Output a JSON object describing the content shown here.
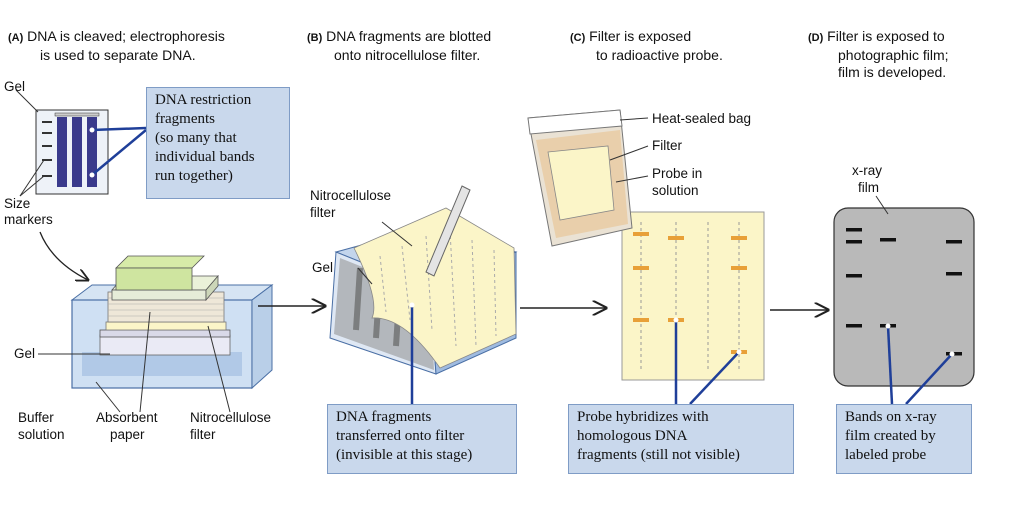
{
  "steps": [
    {
      "letter": "(A)",
      "line1": "DNA is cleaved; electrophoresis",
      "line2": "is used to separate DNA.",
      "line3": ""
    },
    {
      "letter": "(B)",
      "line1": "DNA fragments are blotted",
      "line2": "onto nitrocellulose filter.",
      "line3": ""
    },
    {
      "letter": "(C)",
      "line1": "Filter is exposed",
      "line2": "to radioactive probe.",
      "line3": ""
    },
    {
      "letter": "(D)",
      "line1": "Filter is exposed to",
      "line2": "photographic film;",
      "line3": "film is developed."
    }
  ],
  "panel_a": {
    "gel": "Gel",
    "size_markers_1": "Size",
    "size_markers_2": "markers",
    "box": [
      "DNA restriction",
      "fragments",
      "(so many that",
      "individual bands",
      "run together)"
    ],
    "gel2": "Gel",
    "buffer_1": "Buffer",
    "buffer_2": "solution",
    "absorbent_1": "Absorbent",
    "absorbent_2": "paper",
    "nitro_1": "Nitrocellulose",
    "nitro_2": "filter"
  },
  "panel_b": {
    "nitro_1": "Nitrocellulose",
    "nitro_2": "filter",
    "gel": "Gel",
    "box": [
      "DNA fragments",
      "transferred onto filter",
      "(invisible at this stage)"
    ]
  },
  "panel_c": {
    "bag": "Heat-sealed bag",
    "filter": "Filter",
    "probe_1": "Probe in",
    "probe_2": "solution",
    "box": [
      "Probe hybridizes with",
      "homologous DNA",
      "fragments (still not visible)"
    ]
  },
  "panel_d": {
    "film_1": "x-ray",
    "film_2": "film",
    "box": [
      "Bands on x-ray",
      "film created by",
      "labeled probe"
    ]
  },
  "colors": {
    "callout_fill": "#c9d8ec",
    "callout_border": "#7f9cc6",
    "gel_lane": "#3a3a8c",
    "filter_yellow": "#fbf5c8",
    "probe_band": "#e8a038",
    "film_gray": "#b9b9b9",
    "leader_blue": "#1f3f99"
  }
}
